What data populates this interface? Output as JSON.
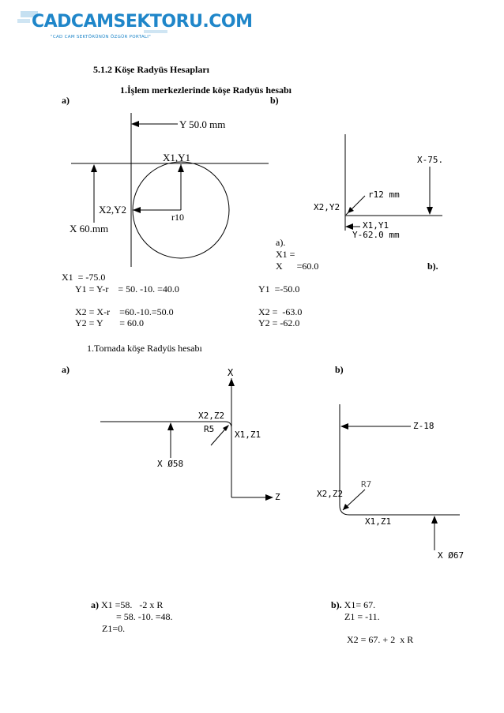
{
  "logo": {
    "name": "CADCAMSEKTORU.COM",
    "tagline": "\"CAD CAM SEKTÖRÜNÜN ÖZGÜR PORTALI\""
  },
  "section_title": "5.1.2 Köşe Radyüs Hesapları",
  "subtitle_milling": "1.İşlem merkezlerinde köşe Radyüs hesabı",
  "label_a1": "a)",
  "label_b1": "b)",
  "fig_a1": {
    "y_label": "Y 50.0 mm",
    "x1y1": "X1,Y1",
    "x2y2": "X2,Y2",
    "r": "r10",
    "x_label": "X 60.mm"
  },
  "fig_b1": {
    "x_label": "X-75.",
    "r": "r12 mm",
    "x2y2": "X2,Y2",
    "x1y1": "X1,Y1",
    "y_label": "Y-62.0 mm"
  },
  "calc1": {
    "a_tag": "a).",
    "x1_eq": "X1 =",
    "x_eq": "X      =60.0",
    "b_tag": "b).",
    "x1_val": "X1  = -75.0",
    "y1_a": "Y1 = Y-r    = 50. -10. =40.0",
    "y1_b": "Y1  =-50.0",
    "x2_a": "X2 = X-r    =60.-10.=50.0",
    "x2_b": "X2 =  -63.0",
    "y2_a": "Y2 = Y       = 60.0",
    "y2_b": "Y2 = -62.0"
  },
  "subtitle_turning": "1.Tornada köşe Radyüs hesabı",
  "label_a2": "a)",
  "label_b2": "b)",
  "fig_a2": {
    "x_axis": "X",
    "x2z2": "X2,Z2",
    "r": "R5",
    "x1z1": "X1,Z1",
    "x_dia": "X Ø58",
    "z_axis": "Z"
  },
  "fig_b2": {
    "z_label": "Z-18",
    "r": "R7",
    "x2z2": "X2,Z2",
    "x1z1": "X1,Z1",
    "x_dia": "X Ø67"
  },
  "calc2": {
    "a_tag": "a)",
    "a_line1": " X1 =58.   -2 x R",
    "a_line2": "= 58. -10. =48.",
    "a_line3": "Z1=0.",
    "b_tag": "b).",
    "b_line1": " X1= 67.",
    "b_line2": "Z1 = -11.",
    "b_line3": "X2 = 67. + 2  x R"
  }
}
